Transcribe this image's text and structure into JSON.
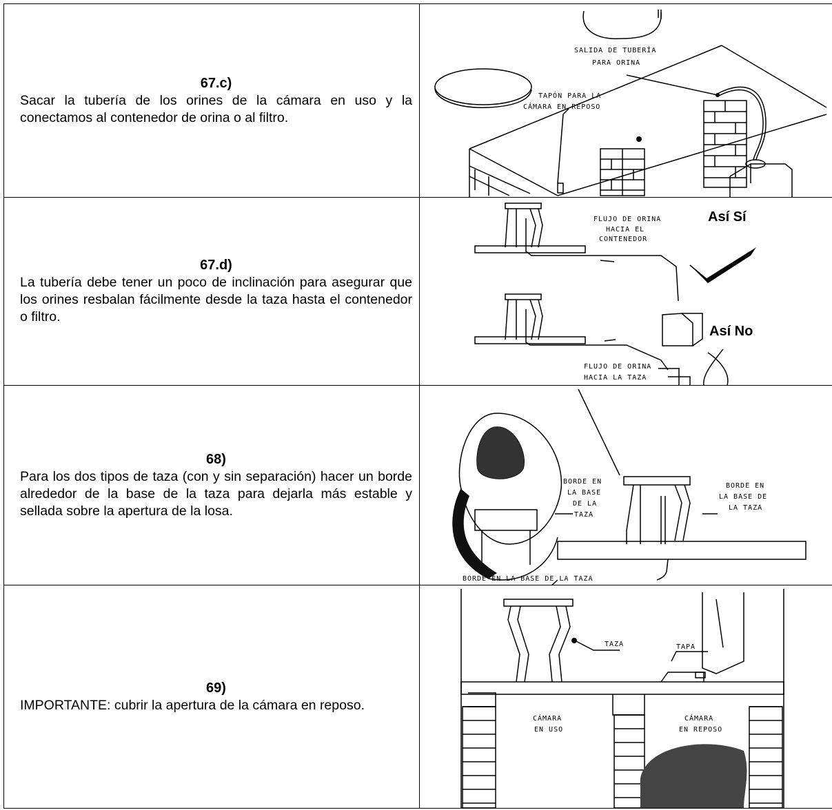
{
  "rows": [
    {
      "number": "67.c)",
      "text": "Sacar la tubería de los orines de la cámara en uso y la conectamos al contenedor de orina o al filtro.",
      "labels": {
        "outlet_1": "SALIDA DE TUBERÍA",
        "outlet_2": "PARA ORINA",
        "plug_1": "TAPÓN PARA LA",
        "plug_2": "CÁMARA EN REPOSO"
      }
    },
    {
      "number": "67.d)",
      "text": "La tubería debe tener un poco de inclinación para asegurar que los orines resbalan fácilmente desde la taza hasta el contenedor o filtro.",
      "labels": {
        "flow1_1": "FLUJO DE ORINA",
        "flow1_2": "HACIA EL",
        "flow1_3": "CONTENEDOR",
        "yes": "Así Sí",
        "no": "Así No",
        "flow2_1": "FLUJO DE ORINA",
        "flow2_2": "HACIA  LA TAZA"
      }
    },
    {
      "number": "68)",
      "text": "Para los dos tipos de taza (con y sin separación) hacer un borde alrededor de la base de la taza para dejarla más estable y sellada sobre la apertura de la losa.",
      "labels": {
        "left_1": "BORDE EN",
        "left_2": "LA BASE",
        "left_3": "DE LA",
        "left_4": "TAZA",
        "right_1": "BORDE EN",
        "right_2": "LA BASE DE",
        "right_3": "LA TAZA",
        "bottom": "BORDE EN LA BASE DE LA TAZA"
      }
    },
    {
      "number": "69)",
      "text": "IMPORTANTE: cubrir la apertura de la cámara en reposo.",
      "labels": {
        "taza": "TAZA",
        "tapa": "TAPA",
        "uso_1": "CÁMARA",
        "uso_2": "EN USO",
        "reposo_1": "CÁMARA",
        "reposo_2": "EN REPOSO"
      }
    }
  ]
}
